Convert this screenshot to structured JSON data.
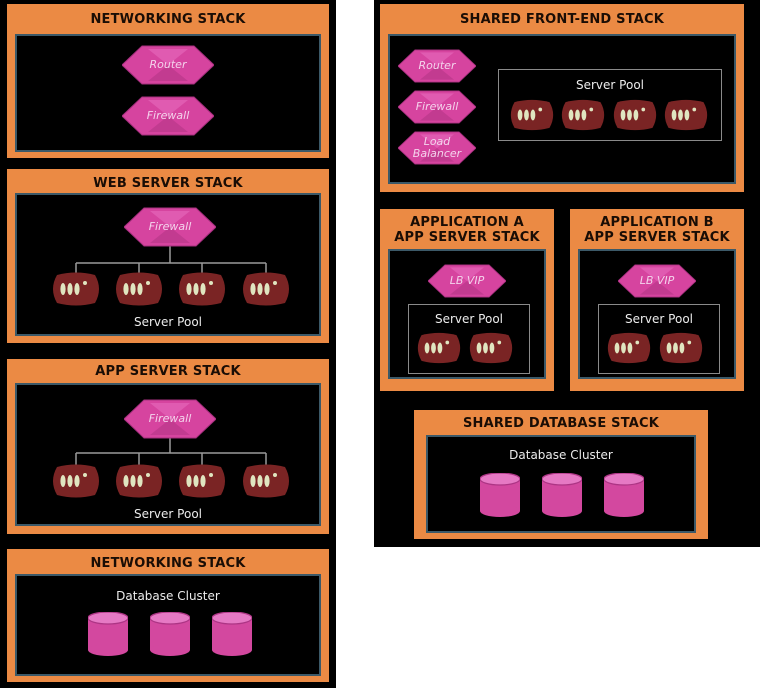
{
  "left": {
    "networking_stack": {
      "title": "NETWORKING STACK",
      "router": "Router",
      "firewall": "Firewall"
    },
    "web_server_stack": {
      "title": "WEB SERVER STACK",
      "firewall": "Firewall",
      "pool_label": "Server Pool"
    },
    "app_server_stack": {
      "title": "APP SERVER STACK",
      "firewall": "Firewall",
      "pool_label": "Server Pool"
    },
    "database_stack": {
      "title": "NETWORKING STACK",
      "cluster_label": "Database Cluster"
    }
  },
  "right": {
    "shared_front_end": {
      "title": "SHARED FRONT-END STACK",
      "router": "Router",
      "firewall": "Firewall",
      "load_balancer_line1": "Load",
      "load_balancer_line2": "Balancer",
      "pool_label": "Server Pool"
    },
    "application_a": {
      "title_line1": "APPLICATION A",
      "title_line2": "APP SERVER STACK",
      "lb": "LB VIP",
      "pool_label": "Server Pool"
    },
    "application_b": {
      "title_line1": "APPLICATION B",
      "title_line2": "APP SERVER STACK",
      "lb": "LB VIP",
      "pool_label": "Server Pool"
    },
    "shared_database": {
      "title": "SHARED DATABASE STACK",
      "cluster_label": "Database Cluster"
    }
  },
  "colors": {
    "stack_orange": "#eb8a44",
    "panel_black": "#000000",
    "inner_border": "#3c5968",
    "network_device": "#d6449f",
    "server": "#7a2424",
    "database": "#d3489f"
  }
}
